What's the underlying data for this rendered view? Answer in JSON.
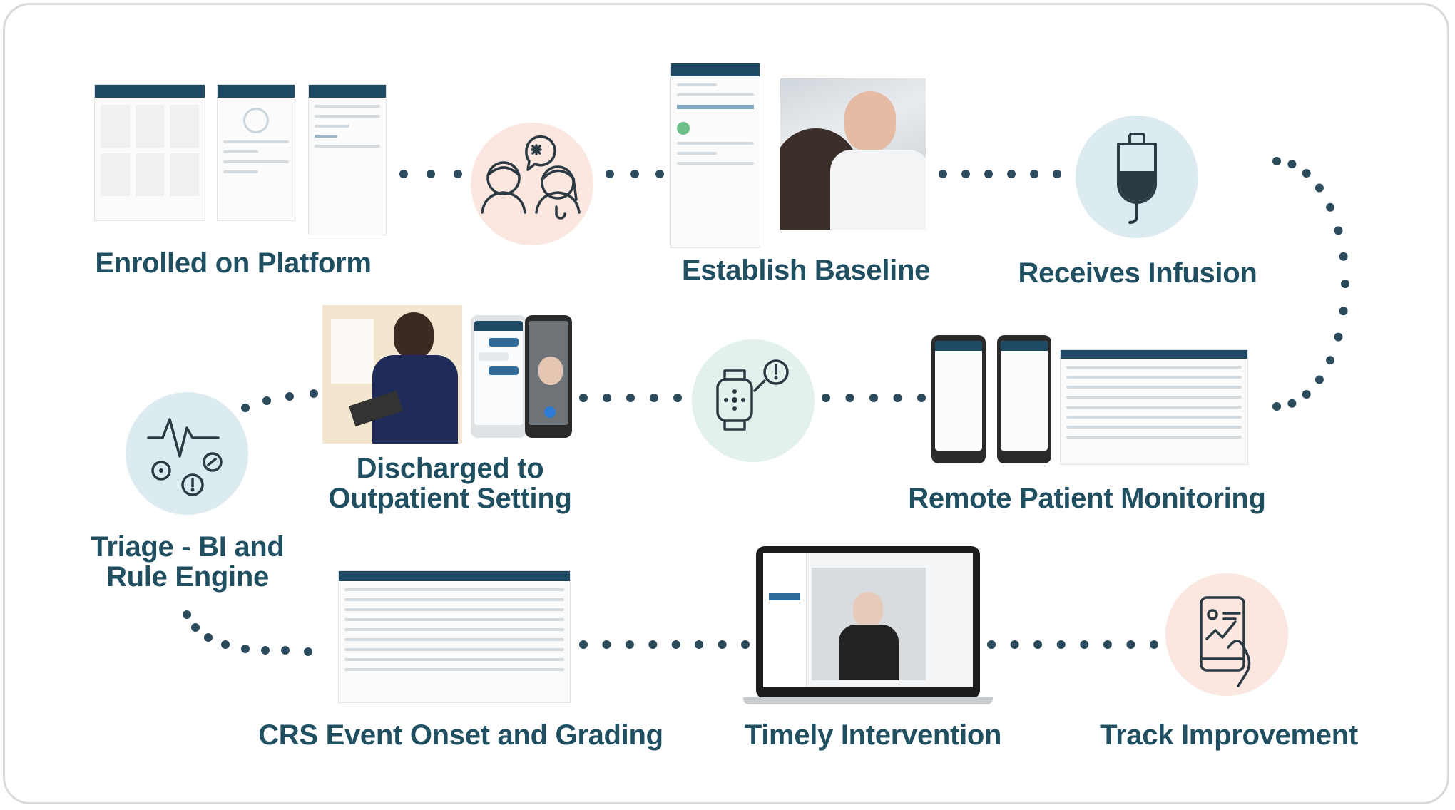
{
  "colors": {
    "label": "#1f4f60",
    "dots": "#2b4a5c",
    "circle_pink": "#fbe6e0",
    "circle_blue": "#dcebf0",
    "circle_green": "#e2f1ec",
    "icon_stroke": "#2b3a42"
  },
  "steps": [
    {
      "id": "enrolled",
      "label": "Enrolled on Platform",
      "icon": "dashboard-screens"
    },
    {
      "id": "care-team",
      "label": "",
      "icon": "care-team-icon"
    },
    {
      "id": "baseline",
      "label": "Establish Baseline",
      "icon": "doctor-photo"
    },
    {
      "id": "infusion",
      "label": "Receives Infusion",
      "icon": "iv-bag-icon"
    },
    {
      "id": "rpm",
      "label": "Remote Patient Monitoring",
      "icon": "phones-and-dashboard"
    },
    {
      "id": "wearable",
      "label": "",
      "icon": "smartwatch-alert-icon"
    },
    {
      "id": "discharged",
      "label": "Discharged to Outpatient Setting",
      "icon": "nurse-and-phone"
    },
    {
      "id": "triage",
      "label": "Triage - BI and Rule Engine",
      "icon": "vitals-alert-icon"
    },
    {
      "id": "crs",
      "label": "CRS Event Onset and Grading",
      "icon": "grading-dashboard"
    },
    {
      "id": "intervention",
      "label": "Timely Intervention",
      "icon": "video-call-laptop"
    },
    {
      "id": "track",
      "label": "Track Improvement",
      "icon": "phone-chart-icon"
    }
  ],
  "labels": {
    "enrolled": "Enrolled on Platform",
    "baseline": "Establish Baseline",
    "infusion": "Receives Infusion",
    "discharged_1": "Discharged to",
    "discharged_2": "Outpatient Setting",
    "rpm": "Remote Patient Monitoring",
    "triage_1": "Triage - BI and",
    "triage_2": "Rule Engine",
    "crs": "CRS Event Onset and Grading",
    "intervention": "Timely Intervention",
    "track": "Track Improvement"
  }
}
